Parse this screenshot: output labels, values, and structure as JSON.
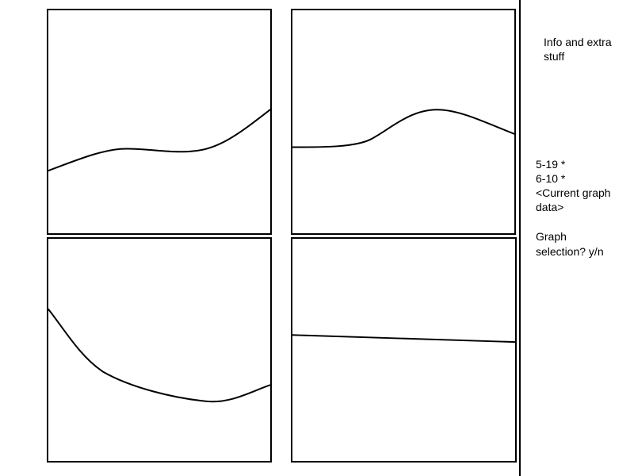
{
  "graphs": [
    {
      "id": "graph-1",
      "curve": "wave-rising"
    },
    {
      "id": "graph-2",
      "curve": "hump"
    },
    {
      "id": "graph-3",
      "curve": "falling-dip"
    },
    {
      "id": "graph-4",
      "curve": "flat-slight-decline"
    }
  ],
  "sidebar": {
    "info": "Info and extra stuff",
    "items": [
      "5-19 *",
      "6-10 *"
    ],
    "current": "<Current graph data>",
    "prompt": "Graph selection? y/n"
  }
}
